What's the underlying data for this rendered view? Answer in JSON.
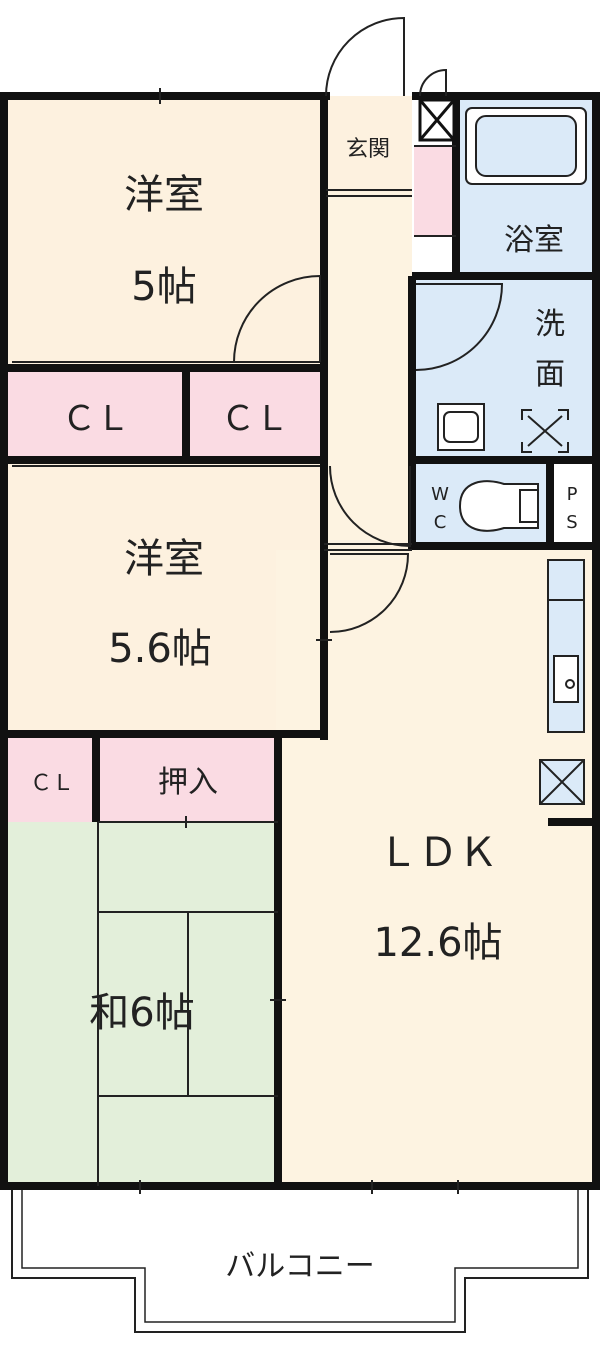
{
  "colors": {
    "wall": "#111111",
    "western_room": "#fdf1df",
    "closet": "#fadbe3",
    "tatami": "#e3efda",
    "wet_area": "#dbeaf8",
    "ldk": "#fdf3e1",
    "balcony": "#ffffff"
  },
  "rooms": {
    "western1": {
      "name": "洋室",
      "size": "5帖"
    },
    "western2": {
      "name": "洋室",
      "size": "5.6帖"
    },
    "ldk": {
      "name": "ＬＤＫ",
      "size": "12.6帖"
    },
    "washitsu": {
      "label": "和6帖"
    },
    "entrance": {
      "label": "玄関"
    },
    "bath": {
      "label": "浴室"
    },
    "washroom": {
      "label_line1": "洗",
      "label_line2": "面"
    },
    "wc": {
      "label_line1": "W",
      "label_line2": "C"
    },
    "ps": {
      "label_line1": "P",
      "label_line2": "S"
    },
    "balcony": {
      "label": "バルコニー"
    }
  },
  "closets": {
    "cl_a": "ＣＬ",
    "cl_b": "ＣＬ",
    "cl_c": "ＣＬ",
    "oshiire": "押入"
  }
}
